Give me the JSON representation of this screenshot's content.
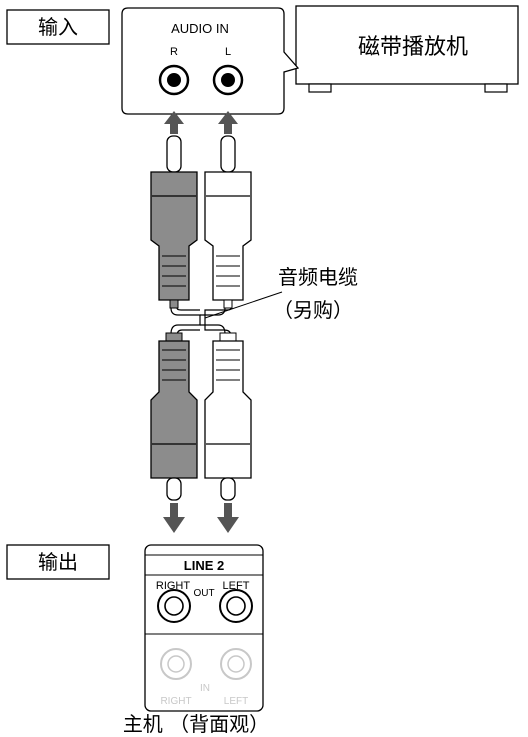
{
  "labels": {
    "input": "输入",
    "output": "输出",
    "device": "磁带播放机",
    "cable_line1": "音频电缆",
    "cable_line2": "（另购）",
    "caption": "主机 （背面观）"
  },
  "input_panel": {
    "title": "AUDIO IN",
    "right": "R",
    "left": "L"
  },
  "output_panel": {
    "title": "LINE 2",
    "right": "RIGHT",
    "out": "OUT",
    "left": "LEFT",
    "in": "IN",
    "in_right": "RIGHT",
    "in_left": "LEFT"
  },
  "colors": {
    "line": "#000000",
    "plug_dark": "#8c8c8c",
    "plug_light": "#ffffff",
    "arrow": "#555555",
    "faded": "#c8c8c8"
  }
}
